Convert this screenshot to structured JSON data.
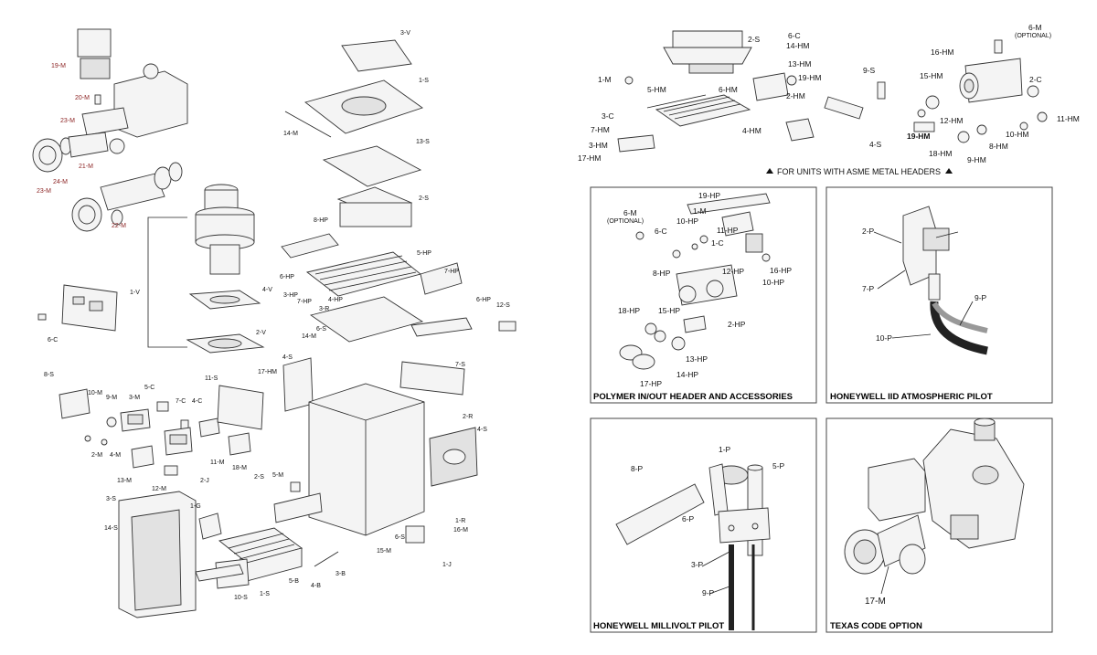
{
  "left_diagram": {
    "valve_labels": [
      "19-M",
      "20-M",
      "23-M",
      "21-M",
      "24-M",
      "23-M",
      "22-M"
    ],
    "vent_labels": [
      "1-V",
      "2-V",
      "4-V"
    ],
    "control_labels": [
      "6-C",
      "8-S",
      "10-M",
      "9-M",
      "3-M",
      "5-C",
      "7-C",
      "4-C",
      "2-M",
      "4-M",
      "13-M",
      "12-M",
      "11-M",
      "2-J",
      "18-M",
      "11-S"
    ],
    "cabinet_labels": [
      "3-V",
      "1-S",
      "14-M",
      "13-S",
      "2-S",
      "8-HP",
      "6-HP",
      "3-HP",
      "7-HP",
      "5-HP",
      "7-HP",
      "4-HP",
      "3-R",
      "6-HP",
      "12-S",
      "6-S",
      "14-M",
      "4-S",
      "17-HM",
      "7-S",
      "2-R",
      "4-S",
      "1-R",
      "16-M",
      "6-S",
      "15-M",
      "1-J"
    ],
    "base_labels": [
      "3-S",
      "14-S",
      "2-S",
      "1-G",
      "5-M",
      "10-S",
      "1-S",
      "5-B",
      "4-B",
      "3-B"
    ]
  },
  "asme_diagram": {
    "labels": [
      "2-S",
      "6-C",
      "14-HM",
      "13-HM",
      "19-HM",
      "2-HM",
      "1-M",
      "5-HM",
      "6-HM",
      "3-C",
      "7-HM",
      "4-HM",
      "3-HM",
      "17-HM",
      "9-S",
      "4-S",
      "6-M",
      "(OPTIONAL)",
      "16-HM",
      "15-HM",
      "2-C",
      "12-HM",
      "11-HM",
      "19-HM",
      "10-HM",
      "8-HM",
      "18-HM",
      "9-HM"
    ],
    "note": "FOR UNITS WITH ASME METAL HEADERS"
  },
  "panels": {
    "polymer": {
      "caption": "POLYMER IN/OUT HEADER AND ACCESSORIES",
      "labels": [
        "19-HP",
        "6-M",
        "(OPTIONAL)",
        "1-M",
        "10-HP",
        "6-C",
        "11-HP",
        "1-C",
        "8-HP",
        "12-HP",
        "16-HP",
        "10-HP",
        "18-HP",
        "15-HP",
        "2-HP",
        "13-HP",
        "14-HP",
        "17-HP"
      ]
    },
    "iid": {
      "caption": "HONEYWELL IID ATMOSPHERIC PILOT",
      "labels": [
        "2-P",
        "7-P",
        "9-P",
        "10-P"
      ]
    },
    "millivolt": {
      "caption": "HONEYWELL MILLIVOLT PILOT",
      "labels": [
        "1-P",
        "5-P",
        "8-P",
        "6-P",
        "3-P",
        "9-P"
      ]
    },
    "texas": {
      "caption": "TEXAS CODE OPTION",
      "labels": [
        "17-M"
      ]
    }
  }
}
